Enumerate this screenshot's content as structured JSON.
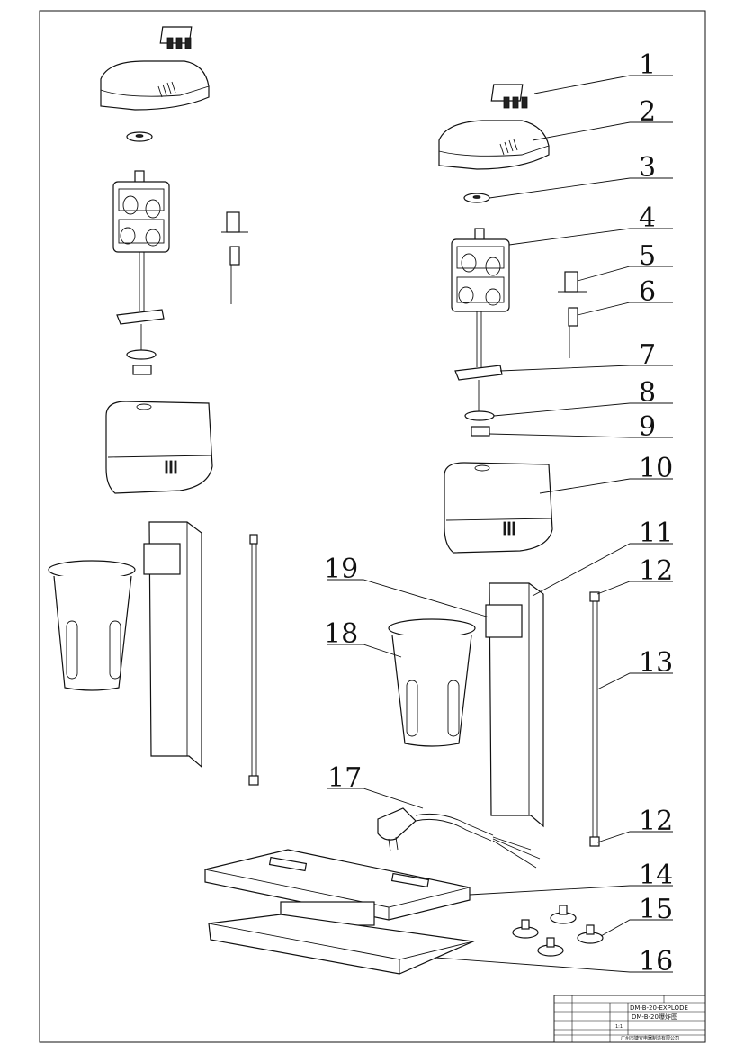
{
  "callouts": [
    {
      "number": "1"
    },
    {
      "number": "2"
    },
    {
      "number": "3"
    },
    {
      "number": "4"
    },
    {
      "number": "5"
    },
    {
      "number": "6"
    },
    {
      "number": "7"
    },
    {
      "number": "8"
    },
    {
      "number": "9"
    },
    {
      "number": "10"
    },
    {
      "number": "11"
    },
    {
      "number": "12"
    },
    {
      "number": "13"
    },
    {
      "number": "17"
    },
    {
      "number": "19"
    },
    {
      "number": "18"
    },
    {
      "number": "12"
    },
    {
      "number": "14"
    },
    {
      "number": "15"
    },
    {
      "number": "16"
    }
  ],
  "title_block": {
    "drawing_no": "DM-B-20-EXPLODE",
    "drawing_name": "DM-B-20爆炸图",
    "scale": "1:1",
    "company": "广州市婕安电器制造有限公司"
  }
}
